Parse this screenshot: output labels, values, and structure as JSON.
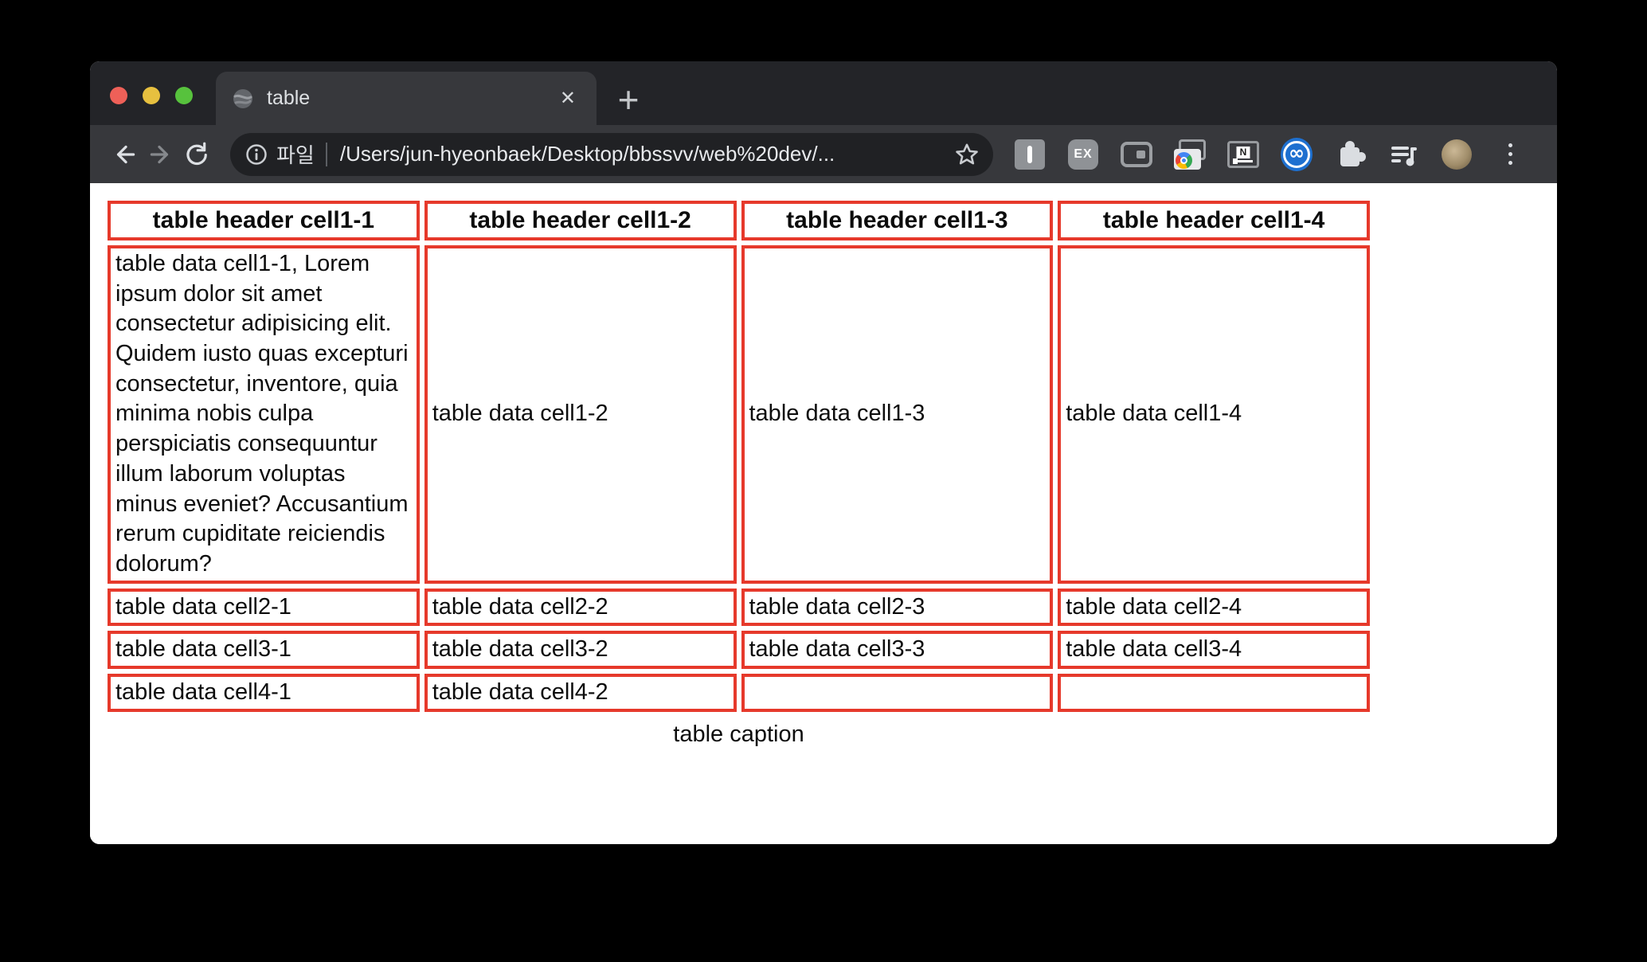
{
  "colors": {
    "accent_red": "#e6392b",
    "traffic_red": "#ee6058",
    "traffic_yellow": "#e7c03f",
    "traffic_green": "#57c23d",
    "infinity_blue": "#1e70d0",
    "titlebar": "#232428",
    "toolbar": "#37383c",
    "omnibox": "#202124"
  },
  "tab": {
    "title": "table",
    "close_glyph": "✕",
    "new_tab_glyph": "+"
  },
  "toolbar": {
    "scheme_label": "파일",
    "url": "/Users/jun-hyeonbaek/Desktop/bbssvv/web%20dev/...",
    "extension_badges": {
      "bar": "I",
      "ex": "EX",
      "notion": "N",
      "infinity": "∞"
    },
    "icon_names": [
      "back-arrow-icon",
      "forward-arrow-icon",
      "reload-icon",
      "info-icon",
      "star-icon",
      "bar-extension-icon",
      "ex-extension-icon",
      "pip-extension-icon",
      "screenshot-extension-icon",
      "notion-extension-icon",
      "infinity-extension-icon",
      "puzzle-icon",
      "media-playlist-icon",
      "profile-avatar",
      "kebab-menu-icon"
    ]
  },
  "page": {
    "caption": "table caption",
    "headers": [
      "table header cell1-1",
      "table header cell1-2",
      "table header cell1-3",
      "table header cell1-4"
    ],
    "rows": [
      [
        "table data cell1-1, Lorem ipsum dolor sit amet consectetur adipisicing elit. Quidem iusto quas excepturi consectetur, inventore, quia minima nobis culpa perspiciatis consequuntur illum laborum voluptas minus eveniet? Accusantium rerum cupiditate reiciendis dolorum?",
        "table data cell1-2",
        "table data cell1-3",
        "table data cell1-4"
      ],
      [
        "table data cell2-1",
        "table data cell2-2",
        "table data cell2-3",
        "table data cell2-4"
      ],
      [
        "table data cell3-1",
        "table data cell3-2",
        "table data cell3-3",
        "table data cell3-4"
      ],
      [
        "table data cell4-1",
        "table data cell4-2",
        null,
        ""
      ]
    ]
  }
}
